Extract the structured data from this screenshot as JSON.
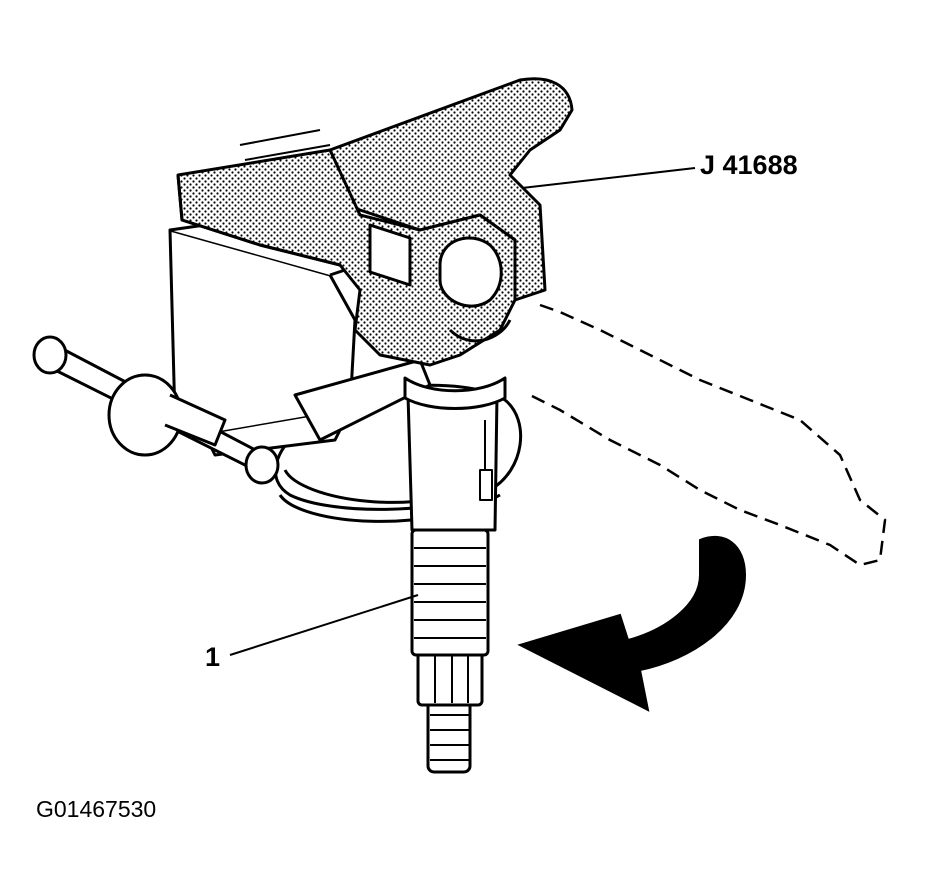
{
  "callouts": {
    "tool_label": "J 41688",
    "part_label": "1"
  },
  "figure_id": "G01467530",
  "icons": [
    "bench-vise-icon",
    "special-tool-icon",
    "component-icon",
    "rotation-arrow-icon"
  ],
  "colors": {
    "ink": "#000000",
    "paper": "#ffffff"
  }
}
